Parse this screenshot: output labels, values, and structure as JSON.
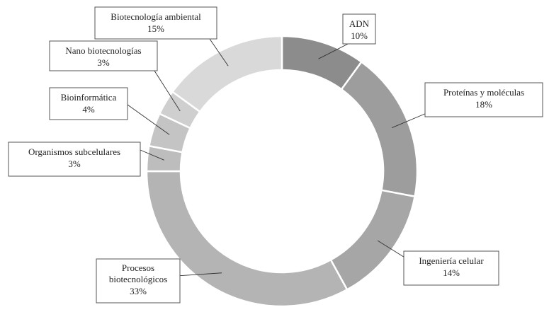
{
  "chart_data": {
    "type": "pie",
    "variant": "donut",
    "title": "",
    "legend": "none",
    "slices": [
      {
        "name": "ADN",
        "value": 10,
        "label": "10%",
        "color": "#8c8c8c"
      },
      {
        "name": "Proteínas y moléculas",
        "value": 18,
        "label": "18%",
        "color": "#9d9d9d"
      },
      {
        "name": "Ingeniería celular",
        "value": 14,
        "label": "14%",
        "color": "#a6a6a6"
      },
      {
        "name": "Procesos biotecnológicos",
        "value": 33,
        "label": "33%",
        "color": "#b4b4b4"
      },
      {
        "name": "Organismos subcelulares",
        "value": 3,
        "label": "3%",
        "color": "#bdbdbd"
      },
      {
        "name": "Bioinformática",
        "value": 4,
        "label": "4%",
        "color": "#c4c4c4"
      },
      {
        "name": "Nano biotecnologías",
        "value": 3,
        "label": "3%",
        "color": "#cfcfcf"
      },
      {
        "name": "Biotecnología ambiental",
        "value": 15,
        "label": "15%",
        "color": "#d9d9d9"
      }
    ]
  }
}
